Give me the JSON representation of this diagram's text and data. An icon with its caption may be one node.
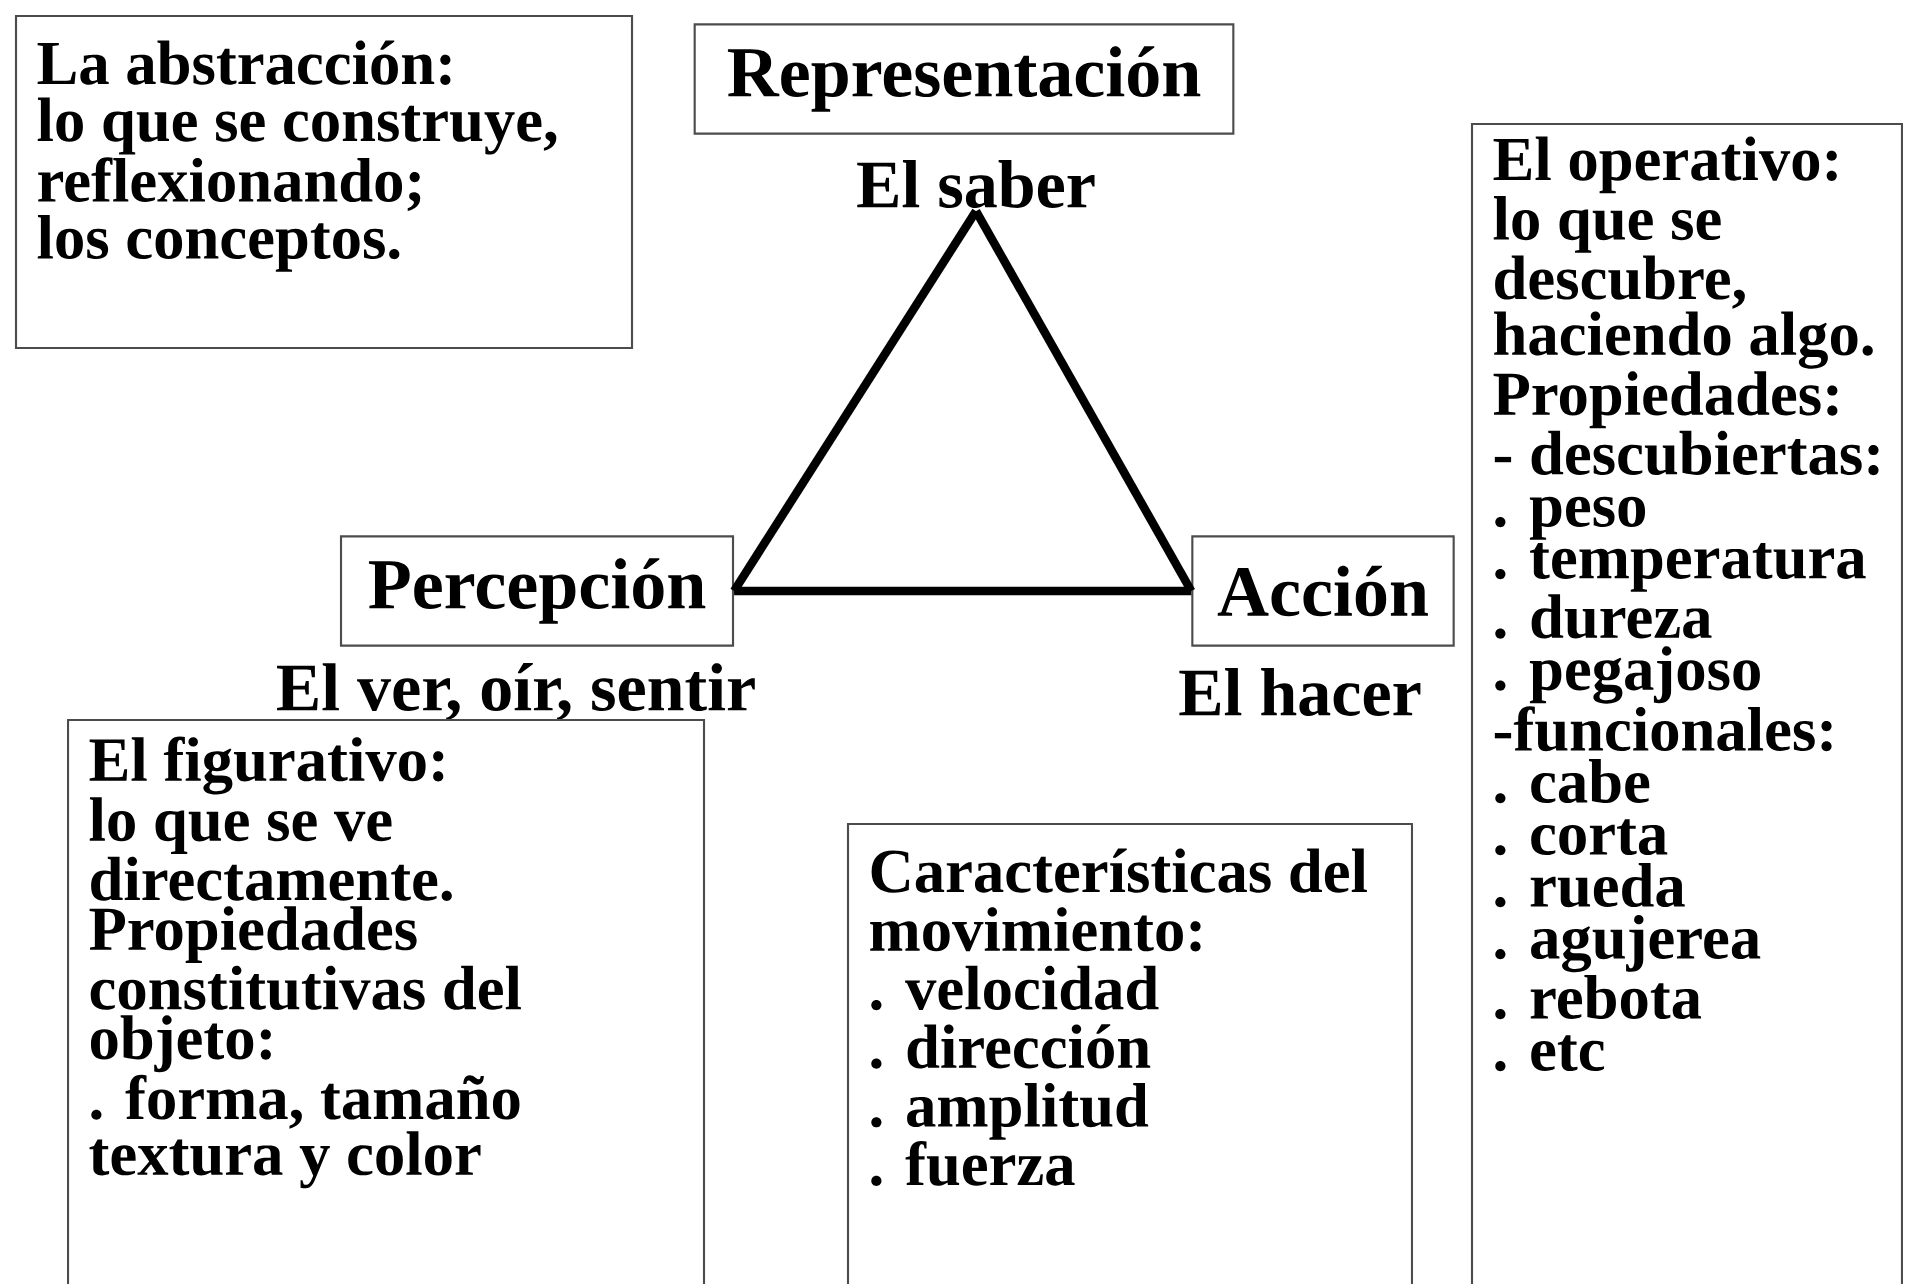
{
  "diagram": {
    "nodes": [
      {
        "text": [
          "La abstracción:",
          "lo que se construye,",
          "reflexionando;",
          "los conceptos."
        ]
      },
      {
        "text": [
          "Representación"
        ],
        "beside": [
          "El saber"
        ]
      },
      {
        "text": [
          "El operativo:",
          "lo que se",
          "descubre,",
          "haciendo algo.",
          "Propiedades:",
          "- descubiertas:",
          ". peso",
          ". temperatura",
          ". dureza",
          ". pegajoso",
          "-funcionales:",
          ". cabe",
          ". corta",
          ". rueda",
          ". agujerea",
          ". rebota",
          ". etc"
        ]
      },
      {
        "text": [
          "Percepción"
        ],
        "beside": [
          "El ver, oír, sentir"
        ]
      },
      {
        "text": [
          "Acción"
        ],
        "beside": [
          "El hacer"
        ]
      },
      {
        "text": [
          "El figurativo:",
          "lo que se ve",
          "directamente.",
          "Propiedades",
          "constitutivas del",
          "objeto:",
          ". forma, tamaño",
          "textura y color"
        ]
      },
      {
        "text": [
          "Características del",
          "movimiento:",
          ". velocidad",
          ". dirección",
          ". amplitud",
          ". fuerza"
        ]
      }
    ],
    "edges": [
      {
        "from": 3,
        "to": 1,
        "arrow": "none"
      },
      {
        "from": 1,
        "to": 4,
        "arrow": "none"
      },
      {
        "from": 3,
        "to": 4,
        "arrow": "none"
      }
    ]
  }
}
